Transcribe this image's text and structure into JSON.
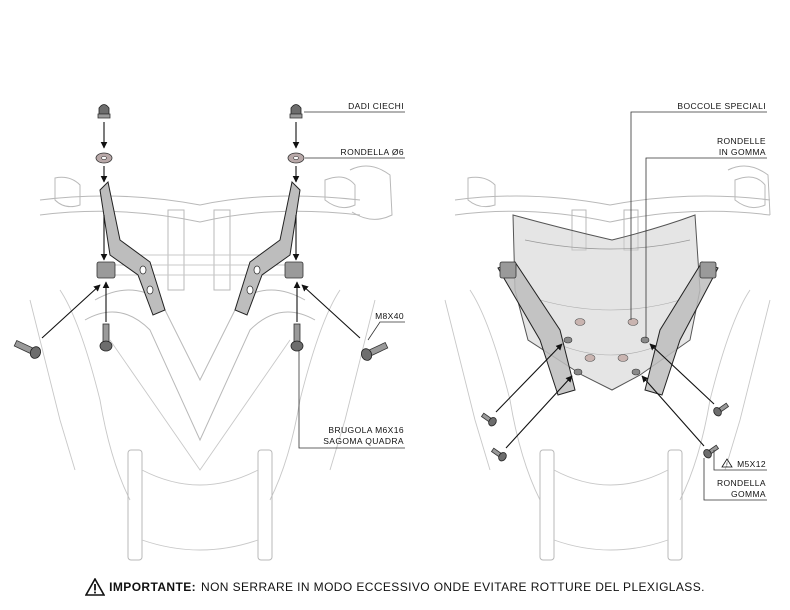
{
  "left_panel": {
    "labels": {
      "dadi_ciechi": "DADI CIECHI",
      "rondella_6": "RONDELLA Ø6",
      "m8x40": "M8X40",
      "brugola_1": "BRUGOLA M6X16",
      "brugola_2": "SAGOMA QUADRA"
    }
  },
  "right_panel": {
    "labels": {
      "boccole": "BOCCOLE SPECIALI",
      "rondelle_1": "RONDELLE",
      "rondelle_2": "IN GOMMA",
      "m5x12": "M5X12",
      "rondella_gomma_1": "RONDELLA",
      "rondella_gomma_2": "GOMMA"
    }
  },
  "footer": {
    "bold": "IMPORTANTE:",
    "text": "NON SERRARE IN MODO ECCESSIVO ONDE EVITARE ROTTURE DEL PLEXIGLASS."
  },
  "colors": {
    "outline": "#b9b9b9",
    "part_grey": "#9a9a9a",
    "washer_pink": "#b8a8a8",
    "screen_tint": "#cfcfcf"
  }
}
